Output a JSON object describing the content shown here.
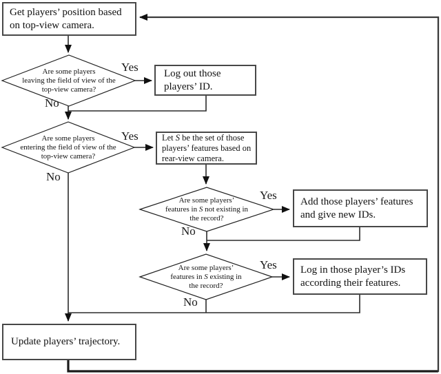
{
  "colors": {
    "background": "#ffffff",
    "line": "#2a2a2a",
    "box_border": "#474747",
    "text": "#111111"
  },
  "nodes": {
    "start": {
      "lines": [
        "Get players’ position based",
        "on top-view camera."
      ]
    },
    "leaving_check": {
      "lines": [
        "Are some players",
        "leaving the field of view of the",
        "top-view camera?"
      ]
    },
    "logout": {
      "lines": [
        "Log out those",
        "players’ ID."
      ]
    },
    "entering_check": {
      "lines": [
        "Are some players",
        "entering the field of view of the",
        "top-view camera?"
      ]
    },
    "let_s": {
      "lines": [
        [
          "Let ",
          "S",
          " be the set of those"
        ],
        "players’ features based on",
        "rear-view camera."
      ]
    },
    "not_existing_check": {
      "lines": [
        "Are some players’",
        [
          "features in ",
          "S",
          " not existing in"
        ],
        "the record?"
      ]
    },
    "add_ids": {
      "lines": [
        "Add those players’ features",
        "and give new IDs."
      ]
    },
    "existing_check": {
      "lines": [
        "Are some players’",
        [
          "features in ",
          "S",
          " existing in"
        ],
        "the record?"
      ]
    },
    "login": {
      "lines": [
        "Log in those player’s IDs",
        "according their features."
      ]
    },
    "update": {
      "lines": [
        "Update players’ trajectory."
      ]
    }
  },
  "labels": {
    "leaving_yes": "Yes",
    "leaving_no": "No",
    "entering_yes": "Yes",
    "entering_no": "No",
    "not_existing_yes": "Yes",
    "not_existing_no": "No",
    "existing_yes": "Yes",
    "existing_no": "No"
  }
}
